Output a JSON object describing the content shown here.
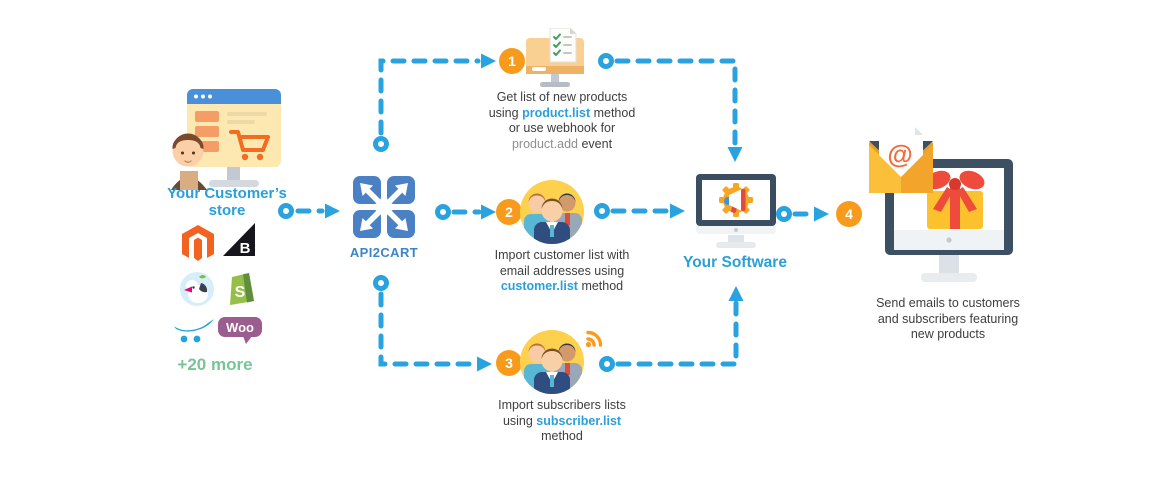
{
  "colors": {
    "connector_blue": "#29a2e0",
    "heading_blue": "#2b9fd9",
    "api2cart_blue": "#4a81c4",
    "step_orange": "#f89b1c",
    "more_green": "#77c596",
    "body_text": "#3e3e3e"
  },
  "store": {
    "title_line1": "Your Customer’s",
    "title_line2": "store",
    "more": "+20 more",
    "bigcommerce_letter": "B",
    "shopify_letter": "S",
    "woo_label": "Woo"
  },
  "api2cart": {
    "label": "API2CART"
  },
  "software": {
    "label": "Your Software"
  },
  "mail": {
    "at": "@"
  },
  "steps": {
    "s1": {
      "num": "1",
      "l1": "Get list of new products",
      "l2a": "using ",
      "l2b": "product.list",
      "l2c": " method",
      "l3": "or use webhook for",
      "l4a": "product.add",
      "l4b": " event"
    },
    "s2": {
      "num": "2",
      "l1": "Import customer list with",
      "l2": "email addresses using",
      "l3a": "customer.list",
      "l3b": " method"
    },
    "s3": {
      "num": "3",
      "l1": "Import subscribers lists",
      "l2a": "using ",
      "l2b": "subscriber.list",
      "l3": "method"
    },
    "s4": {
      "num": "4",
      "l1": "Send emails to customers",
      "l2": "and subscribers featuring",
      "l3": "new products"
    }
  }
}
